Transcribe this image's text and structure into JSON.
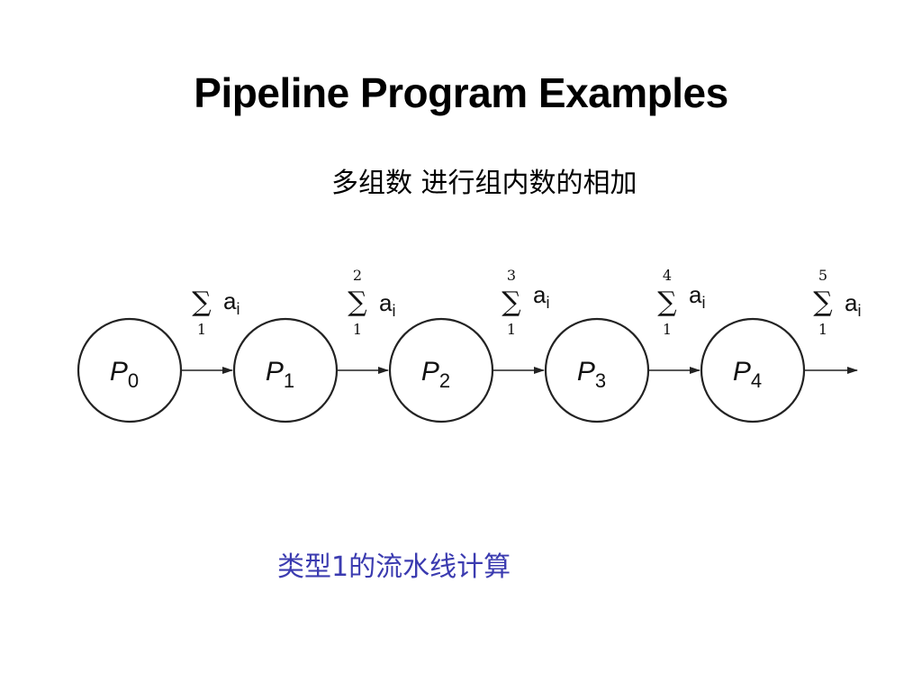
{
  "title": "Pipeline Program Examples",
  "subtitle": "多组数 进行组内数的相加",
  "caption": "类型1的流水线计算",
  "colors": {
    "caption": "#3b3bb0",
    "stroke": "#222222"
  },
  "processes": [
    {
      "letter": "P",
      "index": "0"
    },
    {
      "letter": "P",
      "index": "1"
    },
    {
      "letter": "P",
      "index": "2"
    },
    {
      "letter": "P",
      "index": "3"
    },
    {
      "letter": "P",
      "index": "4"
    }
  ],
  "sums": [
    {
      "sigma": "∑",
      "upper": "",
      "lower": "1",
      "term": "a",
      "term_sub": "i"
    },
    {
      "sigma": "∑",
      "upper": "2",
      "lower": "1",
      "term": "a",
      "term_sub": "i"
    },
    {
      "sigma": "∑",
      "upper": "3",
      "lower": "1",
      "term": "a",
      "term_sub": "i"
    },
    {
      "sigma": "∑",
      "upper": "4",
      "lower": "1",
      "term": "a",
      "term_sub": "i"
    },
    {
      "sigma": "∑",
      "upper": "5",
      "lower": "1",
      "term": "a",
      "term_sub": "i"
    }
  ]
}
